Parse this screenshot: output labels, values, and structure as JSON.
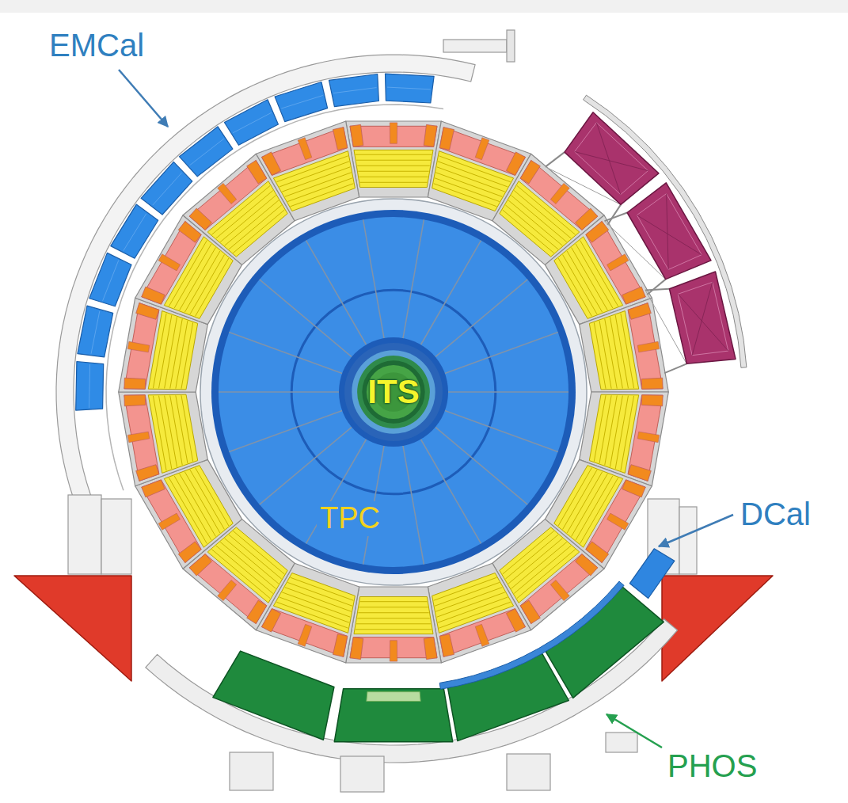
{
  "diagram": {
    "nodes": [
      {
        "text": [
          "TPC"
        ]
      },
      {
        "text": [
          "ITS"
        ],
        "in": 0
      }
    ],
    "labels": [
      "EMCal",
      "DCal",
      "PHOS"
    ]
  }
}
